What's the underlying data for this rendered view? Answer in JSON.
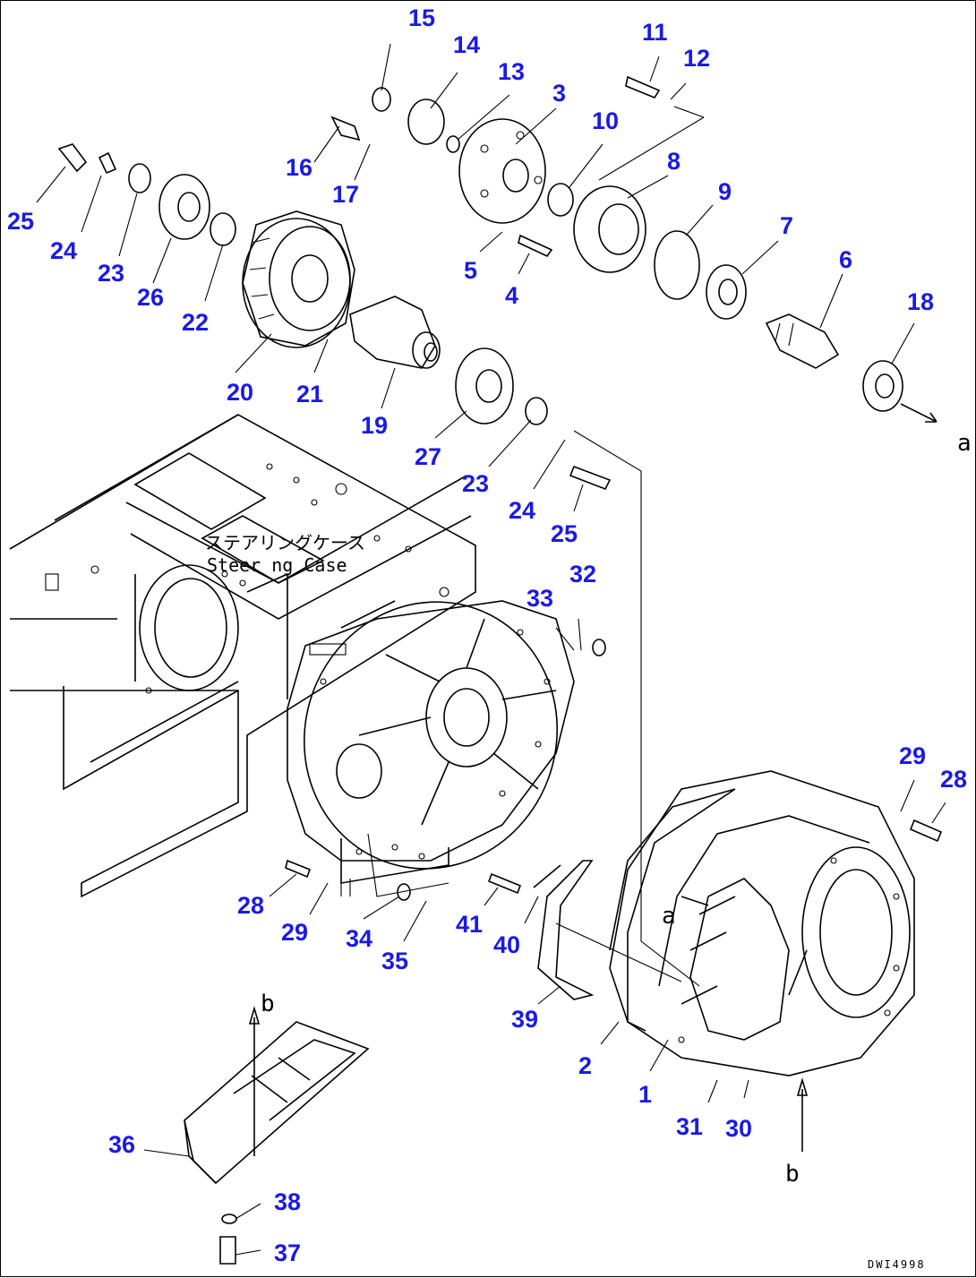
{
  "diagram": {
    "part_numbers": [
      "1",
      "2",
      "3",
      "4",
      "5",
      "6",
      "7",
      "8",
      "9",
      "10",
      "11",
      "12",
      "13",
      "14",
      "15",
      "16",
      "17",
      "18",
      "19",
      "20",
      "21",
      "22",
      "23",
      "23",
      "24",
      "24",
      "25",
      "25",
      "26",
      "27",
      "28",
      "28",
      "29",
      "29",
      "30",
      "31",
      "32",
      "33",
      "34",
      "35",
      "36",
      "37",
      "38",
      "39",
      "40",
      "41"
    ],
    "reference_letters": [
      "a",
      "a",
      "b",
      "b"
    ],
    "steering_case_label_jp": "ステアリングケース",
    "steering_case_label_en": "Steer ng Case",
    "drawing_code": "DWI4998"
  }
}
